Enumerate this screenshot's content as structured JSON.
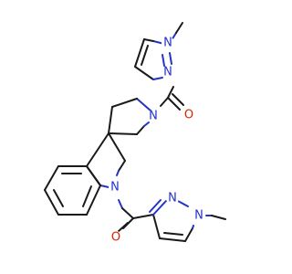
{
  "molecule": {
    "colors": {
      "bond": "#1a1a1a",
      "nitrogen": "#2233cc",
      "oxygen": "#dd2200",
      "background": "#ffffff"
    },
    "atoms": {
      "N1": "N",
      "N2": "N",
      "N3": "N",
      "N4": "N",
      "N5": "N",
      "N6": "N",
      "O1": "O",
      "O2": "O"
    }
  }
}
